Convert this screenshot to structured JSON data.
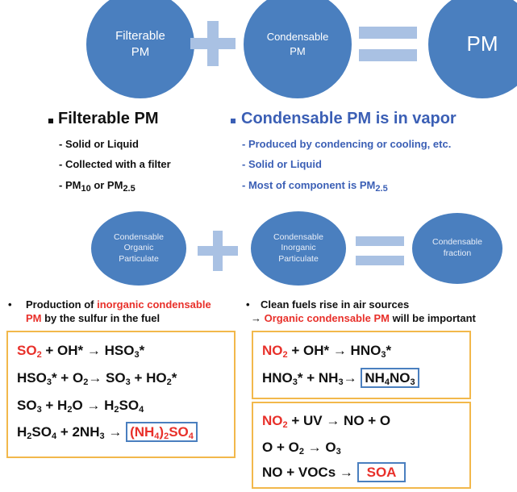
{
  "top_row": {
    "filterable": "Filterable\nPM",
    "condensable": "Condensable\nPM",
    "pm": "PM"
  },
  "left_section": {
    "title": "Filterable PM",
    "items": [
      "- Solid or Liquid",
      "- Collected with a filter",
      "- PM",
      "10",
      " or PM",
      "2.5"
    ]
  },
  "right_section": {
    "title": "Condensable PM is in vapor",
    "items": [
      "- Produced by condencing or cooling, etc.",
      "- Solid or Liquid",
      "- Most of  component is PM",
      "2.5"
    ]
  },
  "second_row": {
    "organic": "Condensable\nOrganic\nParticulate",
    "inorganic": "Condensable\nInorganic\nParticulate",
    "fraction": "Condensable\nfraction"
  },
  "notes": {
    "left_1": "Production of ",
    "left_red": "inorganic condensable",
    "left_2": "PM",
    "left_3": " by the sulfur in the fuel",
    "right_1": "Clean fuels rise in air sources",
    "right_arrow": "→ ",
    "right_red": "Organic condensable PM",
    "right_2": " will be important"
  },
  "colors": {
    "circle_blue": "#4a7fbf",
    "operator_blue": "#a9c1e3",
    "text_blue": "#3b5fb5",
    "red": "#e8302a",
    "box_orange": "#f2b84b"
  }
}
